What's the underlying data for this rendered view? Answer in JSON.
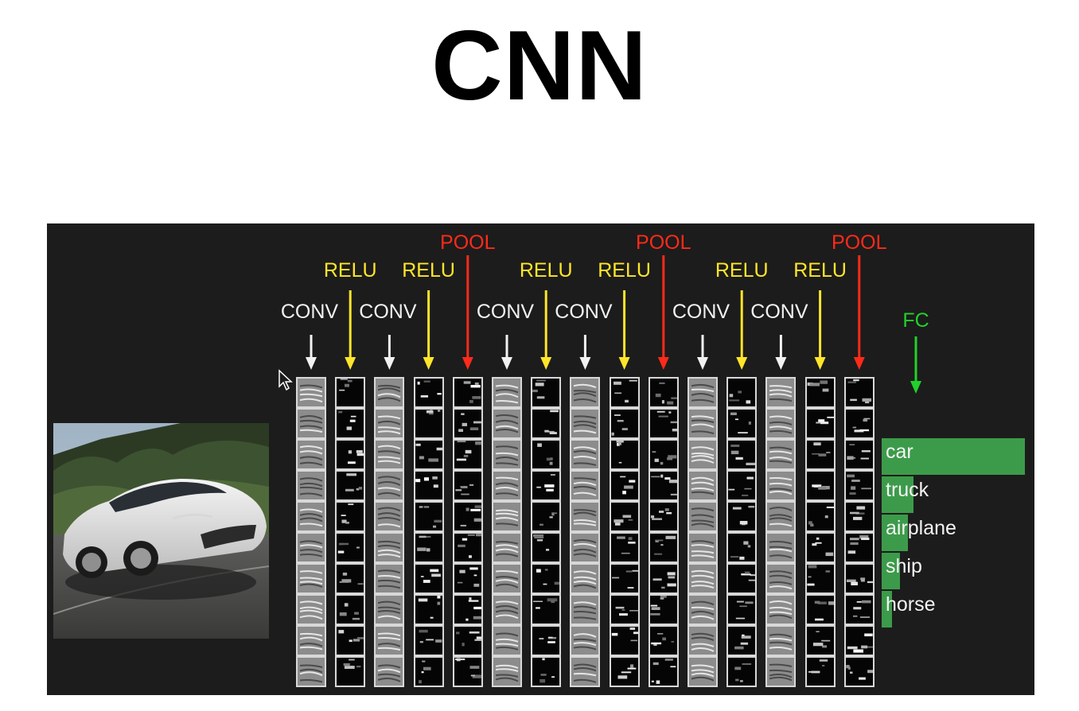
{
  "title": "CNN",
  "layers": [
    {
      "type": "conv",
      "label": "CONV"
    },
    {
      "type": "relu",
      "label": "RELU"
    },
    {
      "type": "conv",
      "label": "CONV"
    },
    {
      "type": "relu",
      "label": "RELU"
    },
    {
      "type": "pool",
      "label": "POOL"
    },
    {
      "type": "conv",
      "label": "CONV"
    },
    {
      "type": "relu",
      "label": "RELU"
    },
    {
      "type": "conv",
      "label": "CONV"
    },
    {
      "type": "relu",
      "label": "RELU"
    },
    {
      "type": "pool",
      "label": "POOL"
    },
    {
      "type": "conv",
      "label": "CONV"
    },
    {
      "type": "relu",
      "label": "RELU"
    },
    {
      "type": "conv",
      "label": "CONV"
    },
    {
      "type": "relu",
      "label": "RELU"
    },
    {
      "type": "pool",
      "label": "POOL"
    }
  ],
  "fc_label": "FC",
  "predictions": [
    {
      "label": "car",
      "score": 0.94
    },
    {
      "label": "truck",
      "score": 0.21
    },
    {
      "label": "airplane",
      "score": 0.17
    },
    {
      "label": "ship",
      "score": 0.12
    },
    {
      "label": "horse",
      "score": 0.07
    }
  ],
  "colors": {
    "conv": "#f2f2f2",
    "relu": "#ffe52a",
    "pool": "#ff2a1a",
    "fc": "#22d12a",
    "bar": "#3c9b4a",
    "panel": "#1c1c1c"
  }
}
